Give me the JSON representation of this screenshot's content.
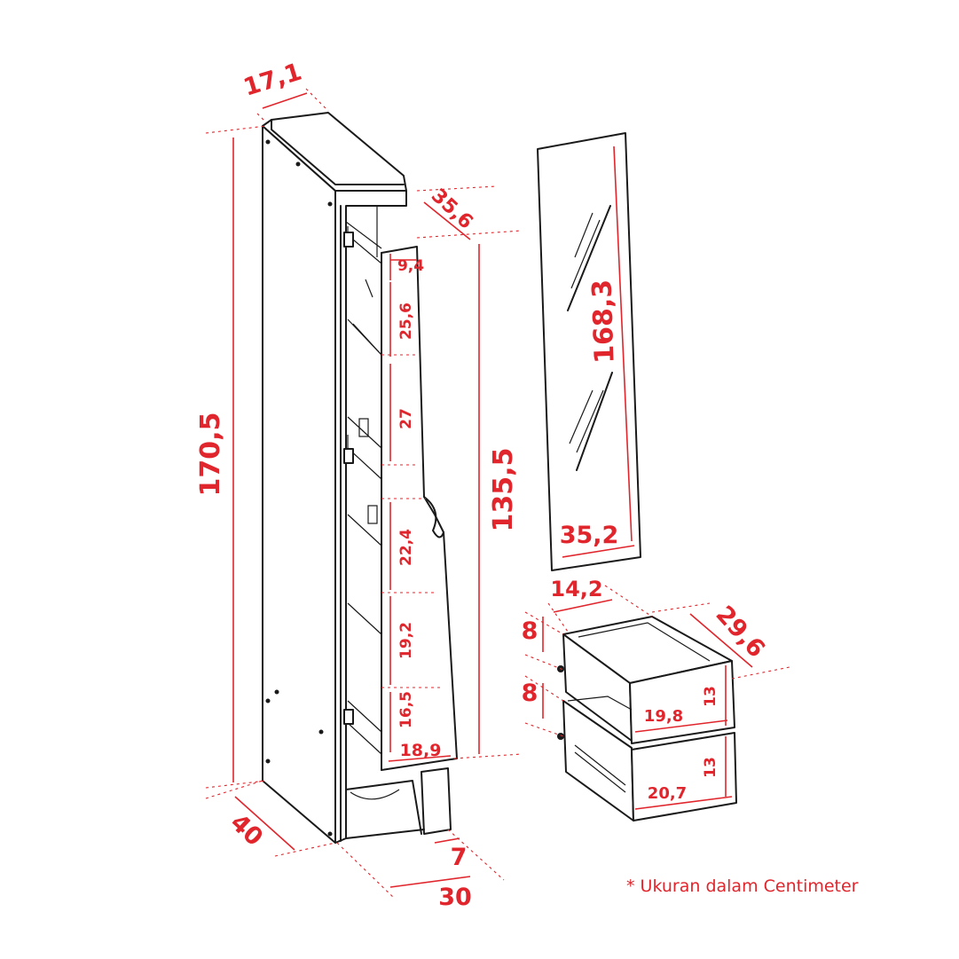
{
  "cabinet": {
    "top_depth": "17,1",
    "height_total": "170,5",
    "door_depth": "35,6",
    "inner_height": "135,5",
    "shelf_spacings": [
      "9,4",
      "25,6",
      "27",
      "22,4",
      "19,2",
      "16,5"
    ],
    "shelf_width": "18,9",
    "depth": "40",
    "width": "30",
    "base": "7"
  },
  "mirror": {
    "height": "168,3",
    "width": "35,2"
  },
  "drawers": {
    "front_width_top": "14,2",
    "depth": "29,6",
    "height_top": "8",
    "height_bottom": "8",
    "front_height_top": "13",
    "front_height_bottom": "13",
    "front_width_1": "19,8",
    "front_width_2": "20,7"
  },
  "note": "* Ukuran dalam Centimeter",
  "colors": {
    "dimension": "#e0262c",
    "line": "#1a1a1a"
  }
}
